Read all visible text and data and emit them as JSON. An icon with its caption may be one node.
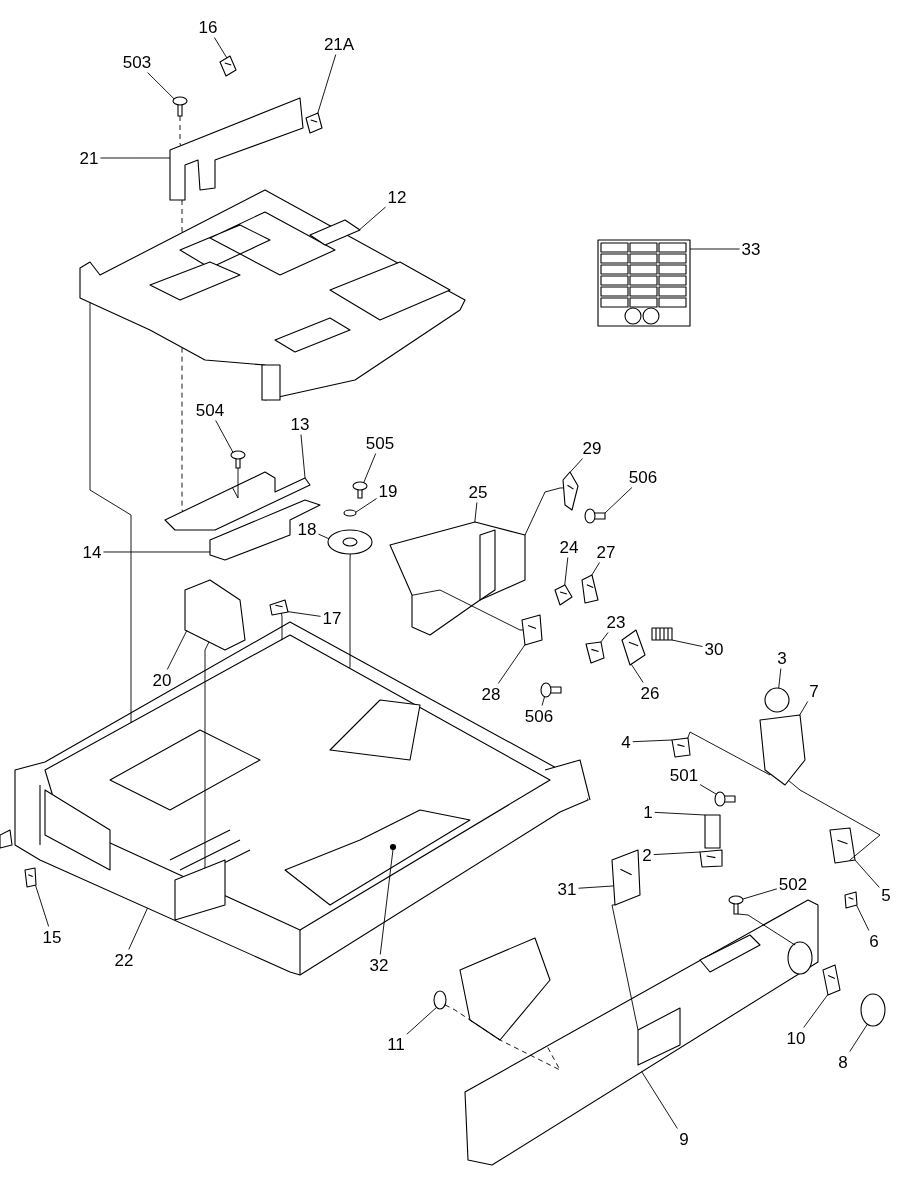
{
  "diagram": {
    "nodes": [
      {
        "text": [
          "16"
        ]
      },
      {
        "text": [
          "503"
        ]
      },
      {
        "text": [
          "21A"
        ]
      },
      {
        "text": [
          "21"
        ]
      },
      {
        "text": [
          "12"
        ]
      },
      {
        "text": [
          "33"
        ]
      },
      {
        "text": [
          "504"
        ]
      },
      {
        "text": [
          "13"
        ]
      },
      {
        "text": [
          "505"
        ]
      },
      {
        "text": [
          "19"
        ]
      },
      {
        "text": [
          "18"
        ]
      },
      {
        "text": [
          "29"
        ]
      },
      {
        "text": [
          "506"
        ]
      },
      {
        "text": [
          "25"
        ]
      },
      {
        "text": [
          "14"
        ]
      },
      {
        "text": [
          "24"
        ]
      },
      {
        "text": [
          "27"
        ]
      },
      {
        "text": [
          "17"
        ]
      },
      {
        "text": [
          "23"
        ]
      },
      {
        "text": [
          "30"
        ]
      },
      {
        "text": [
          "20"
        ]
      },
      {
        "text": [
          "28"
        ]
      },
      {
        "text": [
          "506"
        ]
      },
      {
        "text": [
          "26"
        ]
      },
      {
        "text": [
          "3"
        ]
      },
      {
        "text": [
          "7"
        ]
      },
      {
        "text": [
          "4"
        ]
      },
      {
        "text": [
          "501"
        ]
      },
      {
        "text": [
          "1"
        ]
      },
      {
        "text": [
          "2"
        ]
      },
      {
        "text": [
          "31"
        ]
      },
      {
        "text": [
          "502"
        ]
      },
      {
        "text": [
          "5"
        ]
      },
      {
        "text": [
          "6"
        ]
      },
      {
        "text": [
          "15"
        ]
      },
      {
        "text": [
          "22"
        ]
      },
      {
        "text": [
          "32"
        ]
      },
      {
        "text": [
          "10"
        ]
      },
      {
        "text": [
          "11"
        ]
      },
      {
        "text": [
          "8"
        ]
      },
      {
        "text": [
          "9"
        ]
      },
      {
        "text": [],
        "shape": "picture"
      },
      {
        "text": [],
        "shape": "screw"
      },
      {
        "text": [],
        "shape": "picture"
      },
      {
        "text": [],
        "shape": "picture"
      },
      {
        "text": [],
        "shape": "picture"
      },
      {
        "text": [],
        "shape": "picture"
      },
      {
        "text": [],
        "shape": "screw"
      },
      {
        "text": [],
        "shape": "picture"
      },
      {
        "text": [],
        "shape": "screw"
      },
      {
        "text": [],
        "shape": "circle"
      },
      {
        "text": [],
        "shape": "picture"
      },
      {
        "text": [],
        "shape": "picture"
      },
      {
        "text": [],
        "shape": "screw"
      },
      {
        "text": [],
        "shape": "picture"
      },
      {
        "text": [],
        "shape": "picture"
      },
      {
        "text": [],
        "shape": "picture"
      },
      {
        "text": [],
        "shape": "picture"
      },
      {
        "text": [],
        "shape": "picture"
      },
      {
        "text": [],
        "shape": "picture"
      },
      {
        "text": [],
        "shape": "picture"
      },
      {
        "text": [],
        "shape": "picture"
      },
      {
        "text": [],
        "shape": "picture"
      },
      {
        "text": [],
        "shape": "screw"
      },
      {
        "text": [],
        "shape": "picture"
      },
      {
        "text": [],
        "shape": "circle"
      },
      {
        "text": [],
        "shape": "picture"
      },
      {
        "text": [],
        "shape": "picture"
      },
      {
        "text": [],
        "shape": "screw"
      },
      {
        "text": [],
        "shape": "box"
      },
      {
        "text": [],
        "shape": "picture"
      },
      {
        "text": [],
        "shape": "picture"
      },
      {
        "text": [],
        "shape": "screw"
      },
      {
        "text": [],
        "shape": "picture"
      },
      {
        "text": [],
        "shape": "picture"
      },
      {
        "text": [],
        "shape": "picture"
      },
      {
        "text": [],
        "shape": "picture"
      },
      {
        "text": [],
        "shape": "circle",
        "in": 76
      },
      {
        "text": [],
        "shape": "picture"
      },
      {
        "text": [],
        "shape": "circle"
      },
      {
        "text": [],
        "shape": "circle"
      },
      {
        "text": [],
        "shape": "picture"
      }
    ],
    "edges": [
      {
        "from": 0,
        "to": 41,
        "arrow": "none"
      },
      {
        "from": 1,
        "to": 42,
        "arrow": "none"
      },
      {
        "from": 2,
        "to": 43,
        "arrow": "none"
      },
      {
        "from": 3,
        "to": 44,
        "arrow": "none"
      },
      {
        "from": 4,
        "to": 45,
        "arrow": "none"
      },
      {
        "from": 5,
        "to": 46,
        "arrow": "none"
      },
      {
        "from": 6,
        "to": 47,
        "arrow": "none"
      },
      {
        "from": 7,
        "to": 48,
        "arrow": "none"
      },
      {
        "from": 8,
        "to": 49,
        "arrow": "none"
      },
      {
        "from": 9,
        "to": 50,
        "arrow": "none"
      },
      {
        "from": 10,
        "to": 51,
        "arrow": "none"
      },
      {
        "from": 11,
        "to": 52,
        "arrow": "none"
      },
      {
        "from": 12,
        "to": 53,
        "arrow": "none"
      },
      {
        "from": 13,
        "to": 54,
        "arrow": "none"
      },
      {
        "from": 14,
        "to": 55,
        "arrow": "none"
      },
      {
        "from": 15,
        "to": 56,
        "arrow": "none"
      },
      {
        "from": 16,
        "to": 57,
        "arrow": "none"
      },
      {
        "from": 17,
        "to": 58,
        "arrow": "none"
      },
      {
        "from": 18,
        "to": 59,
        "arrow": "none"
      },
      {
        "from": 19,
        "to": 60,
        "arrow": "none"
      },
      {
        "from": 20,
        "to": 61,
        "arrow": "none"
      },
      {
        "from": 21,
        "to": 62,
        "arrow": "none"
      },
      {
        "from": 22,
        "to": 63,
        "arrow": "none"
      },
      {
        "from": 23,
        "to": 64,
        "arrow": "none"
      },
      {
        "from": 24,
        "to": 65,
        "arrow": "none"
      },
      {
        "from": 25,
        "to": 66,
        "arrow": "none"
      },
      {
        "from": 26,
        "to": 67,
        "arrow": "none"
      },
      {
        "from": 27,
        "to": 68,
        "arrow": "none"
      },
      {
        "from": 28,
        "to": 69,
        "arrow": "none"
      },
      {
        "from": 29,
        "to": 70,
        "arrow": "none"
      },
      {
        "from": 30,
        "to": 71,
        "arrow": "none"
      },
      {
        "from": 31,
        "to": 72,
        "arrow": "none"
      },
      {
        "from": 32,
        "to": 73,
        "arrow": "none"
      },
      {
        "from": 33,
        "to": 74,
        "arrow": "none"
      },
      {
        "from": 34,
        "to": 75,
        "arrow": "none"
      },
      {
        "from": 35,
        "to": 76,
        "arrow": "none"
      },
      {
        "from": 36,
        "to": 77,
        "arrow": "none"
      },
      {
        "from": 37,
        "to": 78,
        "arrow": "none"
      },
      {
        "from": 38,
        "to": 79,
        "arrow": "none"
      },
      {
        "from": 39,
        "to": 80,
        "arrow": "none"
      },
      {
        "from": 40,
        "to": 81,
        "arrow": "none"
      },
      {
        "from": 45,
        "to": 76,
        "arrow": "none"
      },
      {
        "from": 42,
        "to": 44,
        "arrow": "none",
        "style": "dashed"
      },
      {
        "from": 51,
        "to": 76,
        "arrow": "none"
      },
      {
        "from": 47,
        "to": 48,
        "arrow": "none"
      },
      {
        "from": 61,
        "to": 76,
        "arrow": "none"
      },
      {
        "from": 58,
        "to": 76,
        "arrow": "none"
      },
      {
        "from": 54,
        "to": 52,
        "arrow": "none"
      },
      {
        "from": 54,
        "to": 62,
        "arrow": "none"
      },
      {
        "from": 67,
        "to": 66,
        "arrow": "none"
      },
      {
        "from": 66,
        "to": 73,
        "arrow": "none"
      },
      {
        "from": 72,
        "to": 81,
        "arrow": "none"
      },
      {
        "from": 79,
        "to": 81,
        "arrow": "none",
        "style": "dashed"
      },
      {
        "from": 71,
        "to": 81,
        "arrow": "none"
      },
      {
        "from": 44,
        "to": 45,
        "arrow": "none",
        "style": "dashed"
      },
      {
        "from": 45,
        "to": 48,
        "arrow": "none",
        "style": "dashed"
      }
    ]
  }
}
